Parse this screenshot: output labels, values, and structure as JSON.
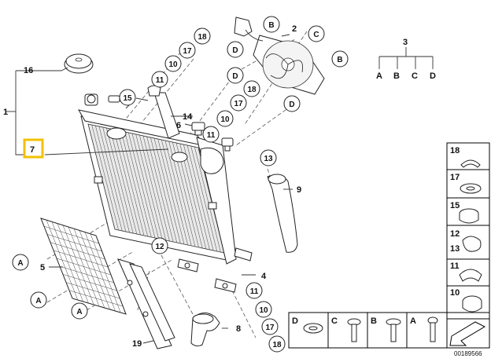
{
  "diagram": {
    "reference_number": "00189566",
    "labels": {
      "p1": "1",
      "p2": "2",
      "p3": "3",
      "p4": "4",
      "p5": "5",
      "p6": "6",
      "p7": "7",
      "p8": "8",
      "p9": "9",
      "p14": "14",
      "p16": "16",
      "p19": "19"
    },
    "circles": {
      "c18a": "18",
      "c17a": "17",
      "c10a": "10",
      "c11a": "11",
      "c15": "15",
      "cDa": "D",
      "cDb": "D",
      "cBa": "B",
      "cCa": "C",
      "cBb": "B",
      "c18b": "18",
      "c17b": "17",
      "c10b": "10",
      "c11b": "11",
      "cDc": "D",
      "c13": "13",
      "c12": "12",
      "cAa": "A",
      "cAb": "A",
      "cAc": "A",
      "c11c": "11",
      "c10c": "10",
      "c17c": "17",
      "c18c": "18"
    },
    "tree": {
      "root": "3",
      "leaves": [
        "A",
        "B",
        "C",
        "D"
      ]
    },
    "side_panel": [
      "18",
      "17",
      "15",
      "12",
      "13",
      "11",
      "10"
    ],
    "bottom_panel": [
      "D",
      "C",
      "B",
      "A"
    ]
  }
}
